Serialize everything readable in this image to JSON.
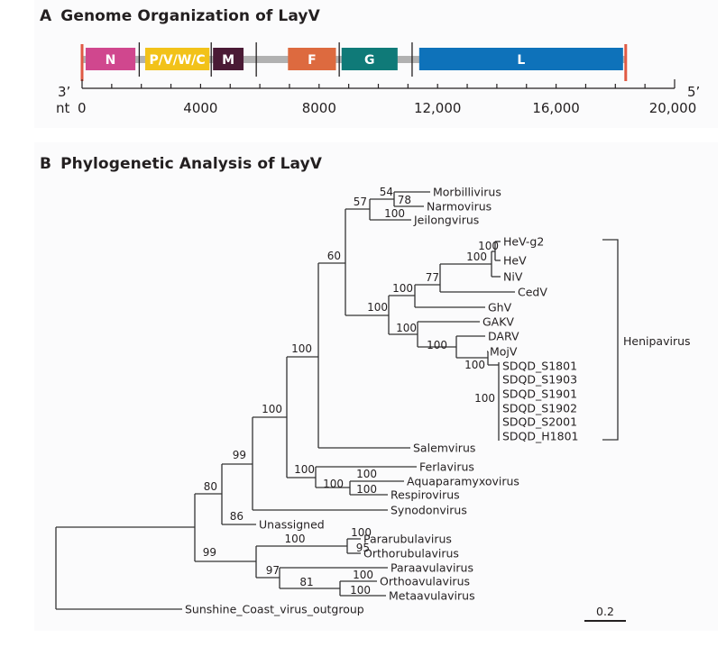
{
  "panel_a": {
    "letter": "A",
    "title": "Genome Organization of LayV",
    "genome_length_axis": {
      "min": 0,
      "max": 20000,
      "major_step": 4000,
      "minor_step": 1000
    },
    "axis_prefix": "nt",
    "end_3": "3’",
    "end_5": "5’",
    "tick_labels": [
      "0",
      "4000",
      "8000",
      "12,000",
      "16,000",
      "20,000"
    ],
    "genes": [
      {
        "name": "N",
        "start": 120,
        "end": 1800,
        "color": "#d0478e"
      },
      {
        "name": "P/V/W/C",
        "start": 2130,
        "end": 4300,
        "color": "#f2c219"
      },
      {
        "name": "M",
        "start": 4420,
        "end": 5450,
        "color": "#4a1a35"
      },
      {
        "name": "F",
        "start": 6950,
        "end": 8570,
        "color": "#dd6a3f"
      },
      {
        "name": "G",
        "start": 8760,
        "end": 10650,
        "color": "#0f7a78"
      },
      {
        "name": "L",
        "start": 11380,
        "end": 18260,
        "color": "#0e72ba"
      }
    ],
    "junctions": [
      1930,
      4360,
      5880,
      8680,
      11140
    ],
    "genome_ends": [
      0,
      18350
    ],
    "end_marker_color": "#e05a44",
    "intergenic_color": "#b1b1b1"
  },
  "panel_b": {
    "letter": "B",
    "title": "Phylogenetic Analysis of LayV",
    "clade_label": "Henipavirus",
    "scale_bar_label": "0.2",
    "leaves": [
      {
        "id": "morb",
        "label": "Morbillivirus",
        "color": "#231f20"
      },
      {
        "id": "narm",
        "label": "Narmovirus",
        "color": "#231f20"
      },
      {
        "id": "jeil",
        "label": "Jeilongvirus",
        "color": "#231f20"
      },
      {
        "id": "hevg2",
        "label": "HeV-g2",
        "color": "#231f20"
      },
      {
        "id": "hev",
        "label": "HeV",
        "color": "#231f20"
      },
      {
        "id": "niv",
        "label": "NiV",
        "color": "#231f20"
      },
      {
        "id": "cedv",
        "label": "CedV",
        "color": "#231f20"
      },
      {
        "id": "ghv",
        "label": "GhV",
        "color": "#231f20"
      },
      {
        "id": "gakv",
        "label": "GAKV",
        "color": "#231f20"
      },
      {
        "id": "darv",
        "label": "DARV",
        "color": "#231f20"
      },
      {
        "id": "mojv",
        "label": "MojV",
        "color": "#231f20"
      },
      {
        "id": "s1801",
        "label": "SDQD_S1801",
        "color": "#1f7ab8"
      },
      {
        "id": "s1903",
        "label": "SDQD_S1903",
        "color": "#1f7ab8"
      },
      {
        "id": "s1901",
        "label": "SDQD_S1901",
        "color": "#1f7ab8"
      },
      {
        "id": "s1902",
        "label": "SDQD_S1902",
        "color": "#1f7ab8"
      },
      {
        "id": "s2001",
        "label": "SDQD_S2001",
        "color": "#1f7ab8"
      },
      {
        "id": "h1801",
        "label": "SDQD_H1801",
        "color": "#d2573d"
      },
      {
        "id": "salem",
        "label": "Salemvirus",
        "color": "#231f20"
      },
      {
        "id": "ferla",
        "label": "Ferlavirus",
        "color": "#231f20"
      },
      {
        "id": "aqua",
        "label": "Aquaparamyxovirus",
        "color": "#231f20"
      },
      {
        "id": "resp",
        "label": "Respirovirus",
        "color": "#231f20"
      },
      {
        "id": "syno",
        "label": "Synodonvirus",
        "color": "#231f20"
      },
      {
        "id": "unas",
        "label": "Unassigned",
        "color": "#231f20"
      },
      {
        "id": "parru",
        "label": "Pararubulavirus",
        "color": "#231f20"
      },
      {
        "id": "ortru",
        "label": "Orthorubulavirus",
        "color": "#231f20"
      },
      {
        "id": "paraav",
        "label": "Paraavulavirus",
        "color": "#231f20"
      },
      {
        "id": "orthoav",
        "label": "Orthoavulavirus",
        "color": "#231f20"
      },
      {
        "id": "metaav",
        "label": "Metaavulavirus",
        "color": "#231f20"
      },
      {
        "id": "sunsh",
        "label": "Sunshine_Coast_virus_outgroup",
        "color": "#231f20"
      }
    ],
    "bootstrap_values": [
      {
        "node": "morb_narm",
        "value": "78"
      },
      {
        "node": "morb_narm_parent",
        "value": "54"
      },
      {
        "node": "jeil_branch",
        "value": "100"
      },
      {
        "node": "morbilli_group",
        "value": "57"
      },
      {
        "node": "core_split",
        "value": "60"
      },
      {
        "node": "hev_pair",
        "value": "100"
      },
      {
        "node": "hev_niv",
        "value": "100"
      },
      {
        "node": "hev_niv_cedv",
        "value": "77"
      },
      {
        "node": "with_ghv",
        "value": "100"
      },
      {
        "node": "henipa_root",
        "value": "100"
      },
      {
        "node": "gakv_group",
        "value": "100"
      },
      {
        "node": "darv_group",
        "value": "100"
      },
      {
        "node": "mojv_group",
        "value": "100"
      },
      {
        "node": "sdqd_group",
        "value": "100"
      },
      {
        "node": "with_salem",
        "value": "100"
      },
      {
        "node": "ferla_group",
        "value": "100"
      },
      {
        "node": "aqua_resp",
        "value": "100"
      },
      {
        "node": "aqua_branch",
        "value": "100"
      },
      {
        "node": "resp_branch",
        "value": "100"
      },
      {
        "node": "big_clade",
        "value": "100"
      },
      {
        "node": "with_syno",
        "value": "99"
      },
      {
        "node": "with_unassigned",
        "value": "80"
      },
      {
        "node": "unassigned_branch",
        "value": "86"
      },
      {
        "node": "rubula_avula",
        "value": "99"
      },
      {
        "node": "rubula",
        "value": "100"
      },
      {
        "node": "parru_branch",
        "value": "100"
      },
      {
        "node": "ortru_branch",
        "value": "95"
      },
      {
        "node": "avula",
        "value": "97"
      },
      {
        "node": "paraav_branch",
        "value": "100"
      },
      {
        "node": "ortho_meta",
        "value": "81"
      },
      {
        "node": "orthoav_branch",
        "value": "100"
      },
      {
        "node": "metaav_branch",
        "value": "100"
      }
    ]
  }
}
